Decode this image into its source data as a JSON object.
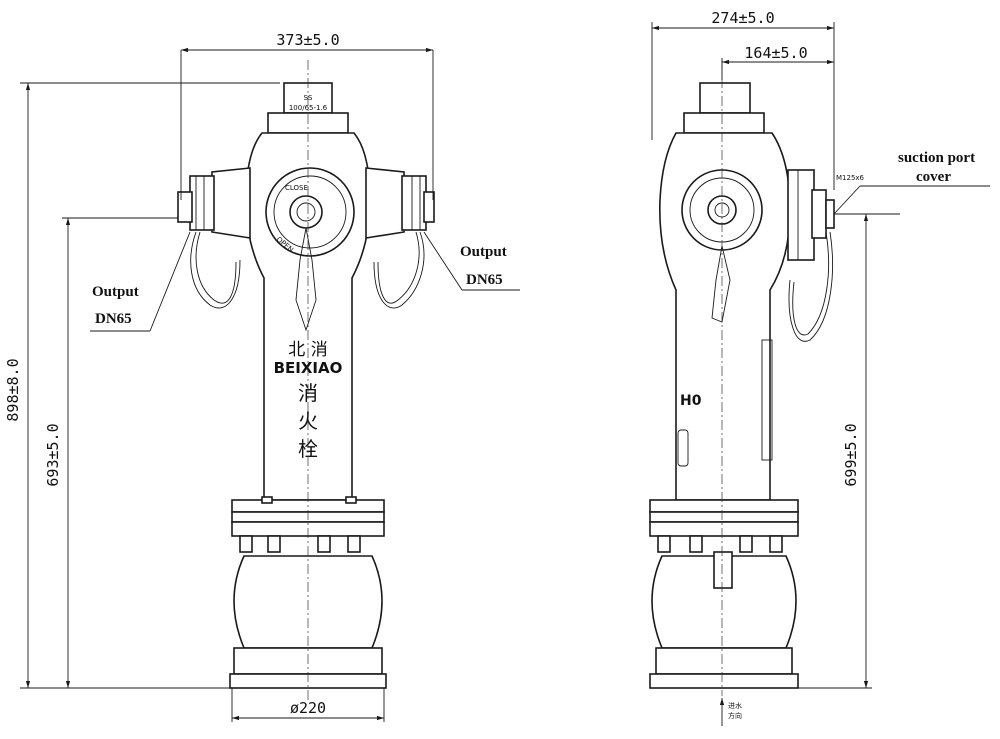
{
  "dimensions": {
    "left_top_width": "373±5.0",
    "left_total_height": "898±8.0",
    "left_outlet_height": "693±5.0",
    "left_base_diameter": "ø220",
    "right_top_width": "274±5.0",
    "right_offset_width": "164±5.0",
    "right_cover_height": "699±5.0",
    "thread_spec": "M125x6"
  },
  "labels": {
    "output_left_line1": "Output",
    "output_left_line2": "DN65",
    "output_right_line1": "Output",
    "output_right_line2": "DN65",
    "suction_line1": "suction port",
    "suction_line2": "cover"
  },
  "markings": {
    "cap_line1": "SS",
    "cap_line2": "100/65-1.6",
    "valve_close": "CLOSE",
    "valve_open": "OPEN",
    "brand_cn": "北 消",
    "brand_en": "BEIXIAO",
    "product_cn_1": "消",
    "product_cn_2": "火",
    "product_cn_3": "栓",
    "side_mark": "H0",
    "flow_direction_1": "进水",
    "flow_direction_2": "方向"
  }
}
